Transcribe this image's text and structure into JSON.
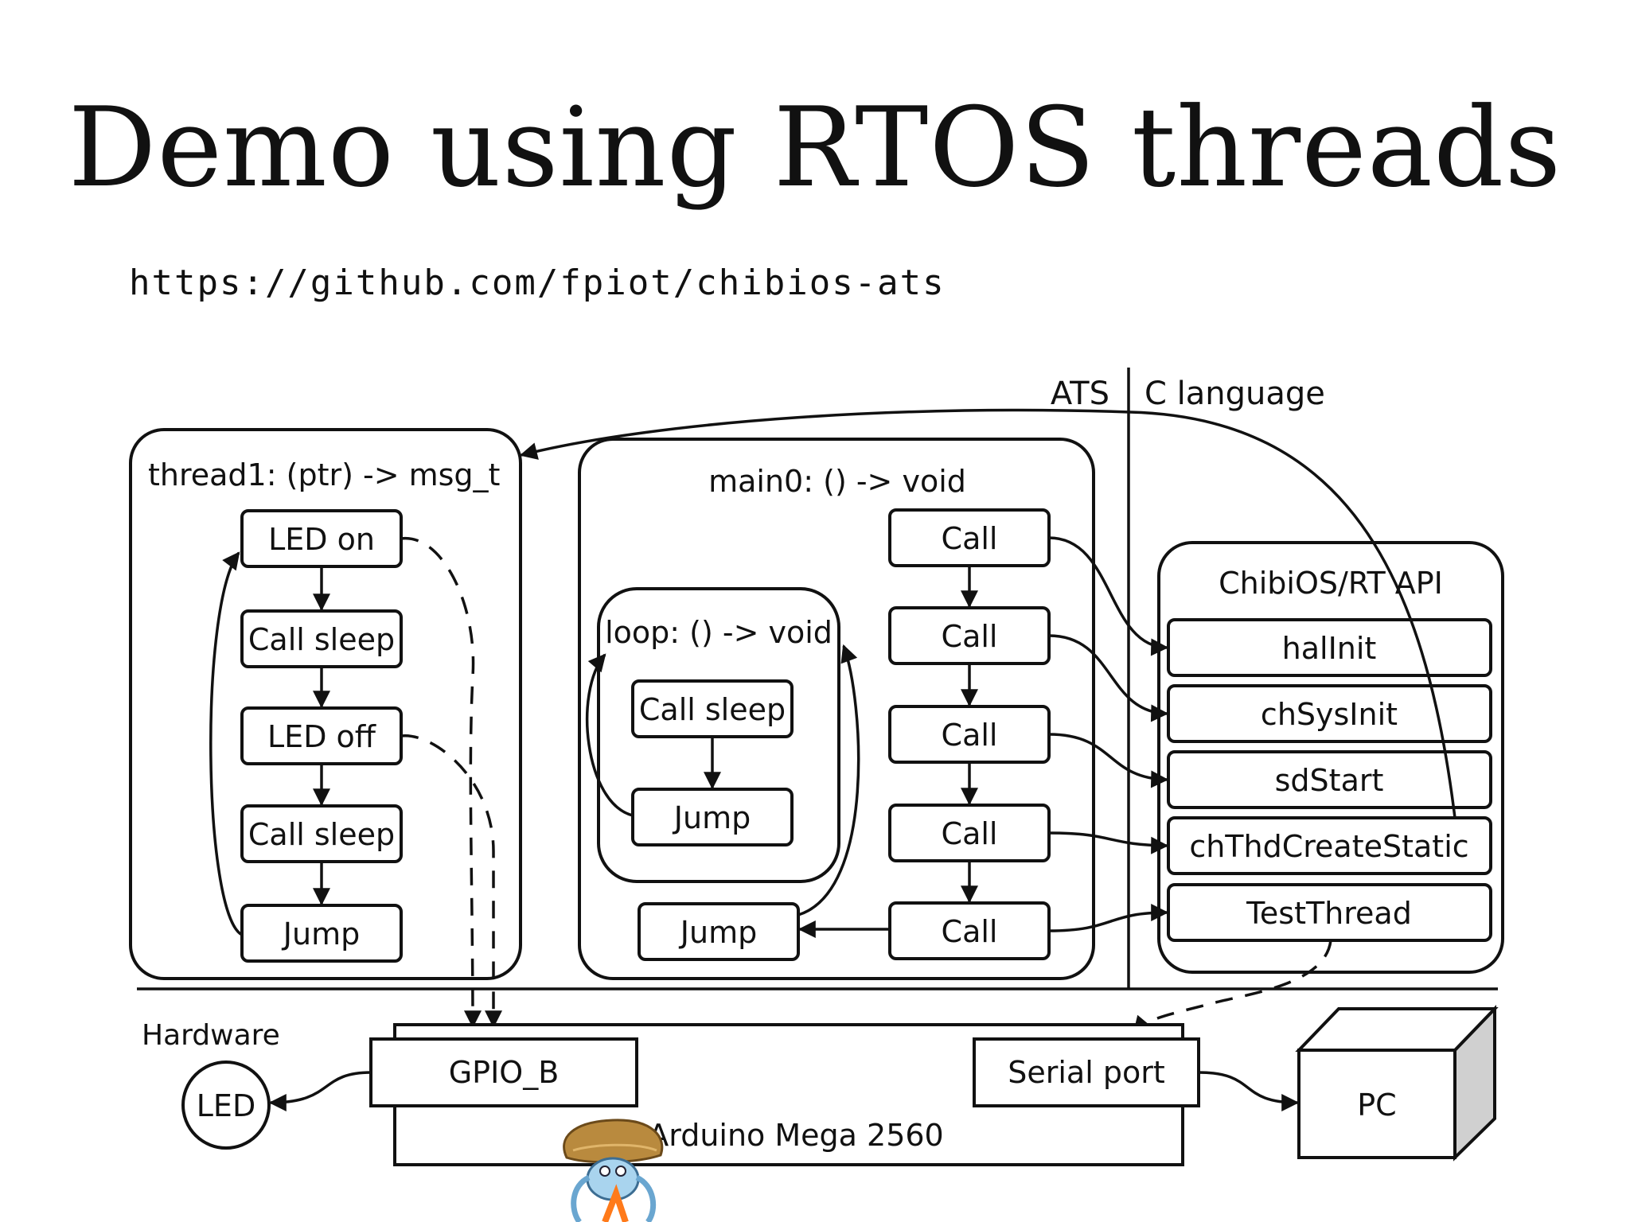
{
  "slide": {
    "title": "Demo using RTOS threads",
    "url": "https://github.com/fpiot/chibios-ats"
  },
  "diagram": {
    "region_ats": "ATS",
    "region_c": "C language",
    "region_hw": "Hardware",
    "thread1": {
      "title": "thread1: (ptr) -> msg_t",
      "steps": [
        "LED on",
        "Call sleep",
        "LED off",
        "Call sleep",
        "Jump"
      ]
    },
    "main0": {
      "title": "main0: () -> void",
      "calls": [
        "Call",
        "Call",
        "Call",
        "Call",
        "Call"
      ],
      "jump": "Jump"
    },
    "loop": {
      "title": "loop: () -> void",
      "steps": [
        "Call sleep",
        "Jump"
      ]
    },
    "api": {
      "title": "ChibiOS/RT API",
      "items": [
        "halInit",
        "chSysInit",
        "sdStart",
        "chThdCreateStatic",
        "TestThread"
      ]
    },
    "hardware": {
      "gpio": "GPIO_B",
      "serial": "Serial port",
      "board": "Arduino Mega 2560",
      "led": "LED",
      "pc": "PC"
    }
  },
  "icons": [
    "ats-mascot-icon"
  ]
}
